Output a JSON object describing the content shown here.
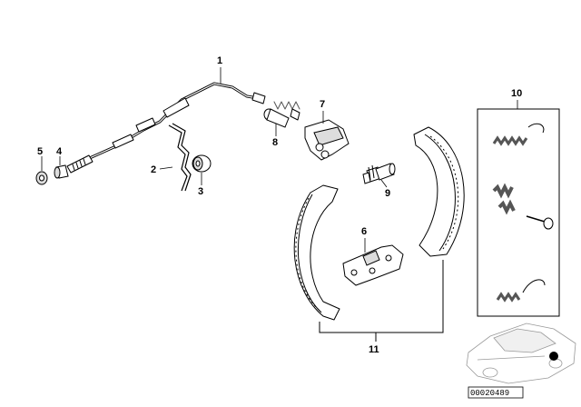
{
  "callouts": {
    "c1": "1",
    "c2": "2",
    "c3": "3",
    "c4": "4",
    "c5": "5",
    "c6": "6",
    "c7": "7",
    "c8": "8",
    "c9": "9",
    "c10": "10",
    "c11": "11"
  },
  "reference_number": "00020489",
  "colors": {
    "line": "#000000",
    "part_fill": "#ffffff",
    "part_shade": "#d0d0d0",
    "spring_dark": "#555555",
    "background": "#ffffff"
  },
  "icons": {
    "vehicle": "car-thumbnail-icon",
    "highlight_marker": "location-dot-icon"
  }
}
